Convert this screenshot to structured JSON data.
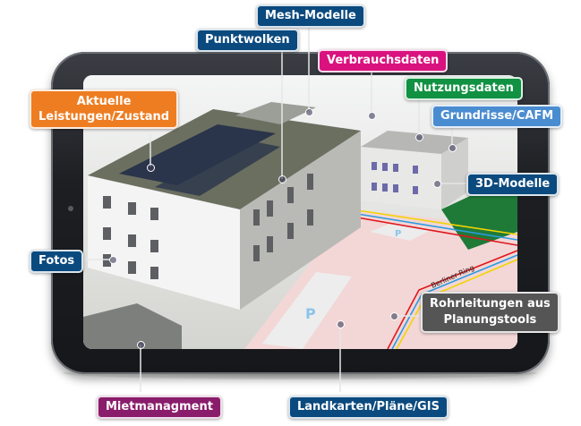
{
  "diagram": {
    "title": "Digitaler Gebäudezwilling auf Tablet",
    "center_image": "3D-Gebäudemodell mit Solardach, Parkplatz und Leitungsplan",
    "map_annotations": {
      "street_name": "Berliner-Ring",
      "parking_symbol": "P"
    },
    "labels": [
      {
        "id": "mesh",
        "text": "Mesh-Modelle",
        "color": "#0b4a7e"
      },
      {
        "id": "punkt",
        "text": "Punktwolken",
        "color": "#0b4a7e"
      },
      {
        "id": "verbrauch",
        "text": "Verbrauchsdaten",
        "color": "#d9127f"
      },
      {
        "id": "nutzung",
        "text": "Nutzungsdaten",
        "color": "#119142"
      },
      {
        "id": "grundrisse",
        "text": "Grundrisse/CAFM",
        "color": "#4a8cd0"
      },
      {
        "id": "aktuelle",
        "text": "Aktuelle\nLeistungen/Zustand",
        "line1": "Aktuelle",
        "line2": "Leistungen/Zustand",
        "color": "#ee7d22"
      },
      {
        "id": "modelle3d",
        "text": "3D-Modelle",
        "color": "#0b4a7e"
      },
      {
        "id": "fotos",
        "text": "Fotos",
        "color": "#0b4a7e"
      },
      {
        "id": "rohr",
        "text": "Rohrleitungen aus\nPlanungstools",
        "line1": "Rohrleitungen aus",
        "line2": "Planungstools",
        "color": "#555555"
      },
      {
        "id": "miet",
        "text": "Mietmanagment",
        "color": "#8a1d6b"
      },
      {
        "id": "land",
        "text": "Landkarten/Pläne/GIS",
        "color": "#0b4a7e"
      }
    ],
    "pipe_colors": [
      "#e0161b",
      "#2b9be0",
      "#f2d400"
    ]
  }
}
